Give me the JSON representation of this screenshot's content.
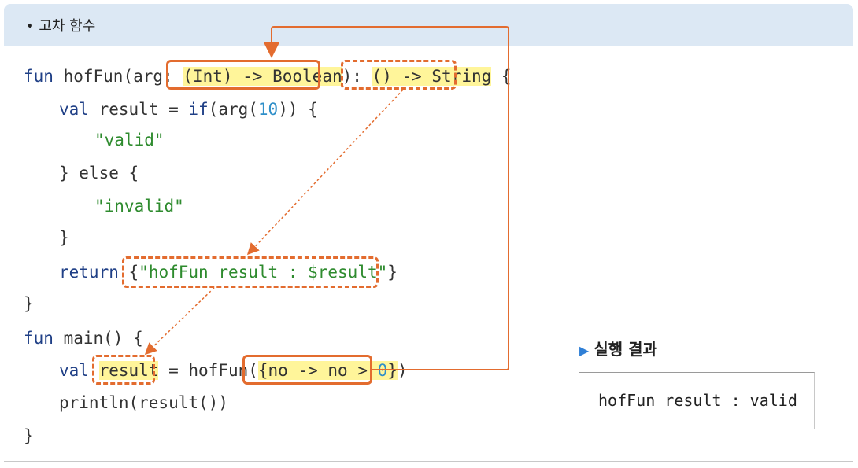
{
  "header": {
    "title": "• 고차 함수"
  },
  "code": {
    "l1": {
      "fun": "fun",
      "name": " hofFun(arg: ",
      "param_type": "(Int) -> Boolean",
      "mid": "): ",
      "ret_type": "() -> String",
      "end": " {"
    },
    "l2": {
      "kw": "val",
      "a": " result = ",
      "kw2": "if",
      "b": "(arg(",
      "num": "10",
      "c": ")) {"
    },
    "l3": {
      "str": "\"valid\""
    },
    "l4": {
      "a": "} else {"
    },
    "l5": {
      "str": "\"invalid\""
    },
    "l6": {
      "a": "}"
    },
    "l7": {
      "kw": "return",
      "a": " ",
      "b": "{",
      "str": "\"hofFun result : $result\"",
      "c": "}"
    },
    "l8": {
      "a": "}"
    },
    "l9": {
      "fun": "fun",
      "a": " main() {"
    },
    "l10": {
      "kw": "val",
      "a": " ",
      "var": "result",
      "b": " = hofFun(",
      "lam_a": "{no -> no > ",
      "num": "0",
      "lam_b": "}",
      "c": ")"
    },
    "l11": {
      "a": "println(result())"
    },
    "l12": {
      "a": "}"
    }
  },
  "result": {
    "title": "실행 결과",
    "output": "hofFun result : valid"
  },
  "colors": {
    "header_bg": "#dce8f4",
    "keyword": "#1f3f86",
    "string": "#2e8b2e",
    "number": "#2f8fc9",
    "highlight": "#fff59a",
    "callout": "#e36c2f",
    "result_marker": "#2f7fd6"
  }
}
